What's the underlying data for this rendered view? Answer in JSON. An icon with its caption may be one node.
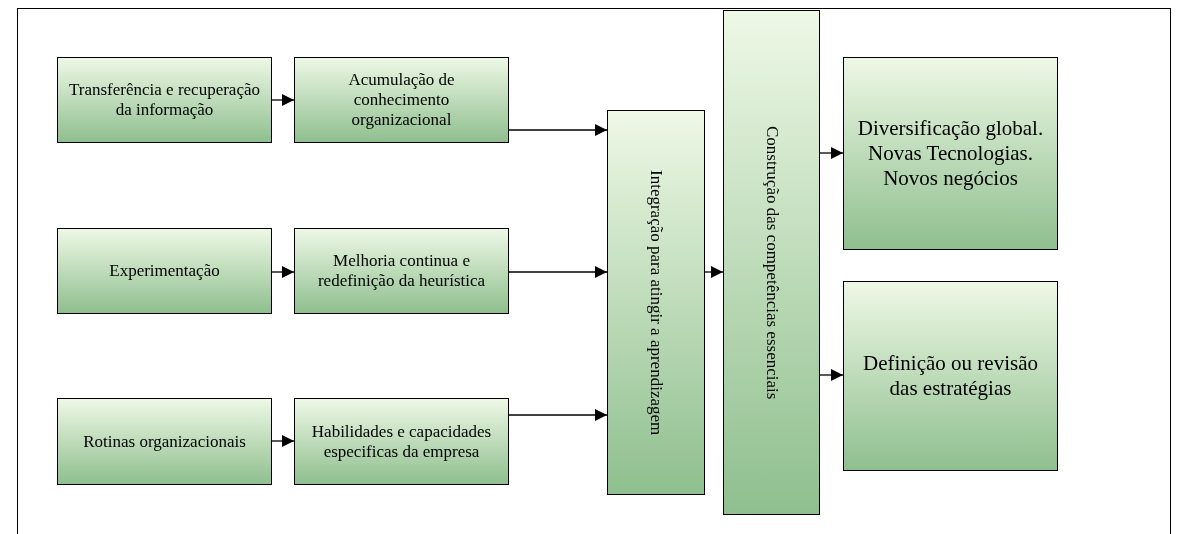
{
  "diagram": {
    "nodes": [
      {
        "text": [
          "Transferência e recuperação da informação"
        ]
      },
      {
        "text": [
          "Acumulação de conhecimento organizacional"
        ]
      },
      {
        "text": [
          "Experimentação"
        ]
      },
      {
        "text": [
          "Melhoria continua e redefinição da heurística"
        ]
      },
      {
        "text": [
          "Rotinas organizacionais"
        ]
      },
      {
        "text": [
          "Habilidades e capacidades especificas da empresa"
        ]
      },
      {
        "text": [
          "Integração para atingir a aprendizagem"
        ]
      },
      {
        "text": [
          "Construção das competências essenciais"
        ]
      },
      {
        "text": [
          "Diversificação global. Novas Tecnologias. Novos negócios"
        ]
      },
      {
        "text": [
          "Definição ou revisão das estratégias"
        ]
      }
    ],
    "edges": [
      {
        "from": 0,
        "to": 1,
        "arrow": "to"
      },
      {
        "from": 2,
        "to": 3,
        "arrow": "to"
      },
      {
        "from": 4,
        "to": 5,
        "arrow": "to"
      },
      {
        "from": 1,
        "to": 6,
        "arrow": "to"
      },
      {
        "from": 3,
        "to": 6,
        "arrow": "to"
      },
      {
        "from": 5,
        "to": 6,
        "arrow": "to"
      },
      {
        "from": 6,
        "to": 7,
        "arrow": "to"
      },
      {
        "from": 7,
        "to": 8,
        "arrow": "to"
      },
      {
        "from": 7,
        "to": 9,
        "arrow": "to"
      }
    ]
  }
}
